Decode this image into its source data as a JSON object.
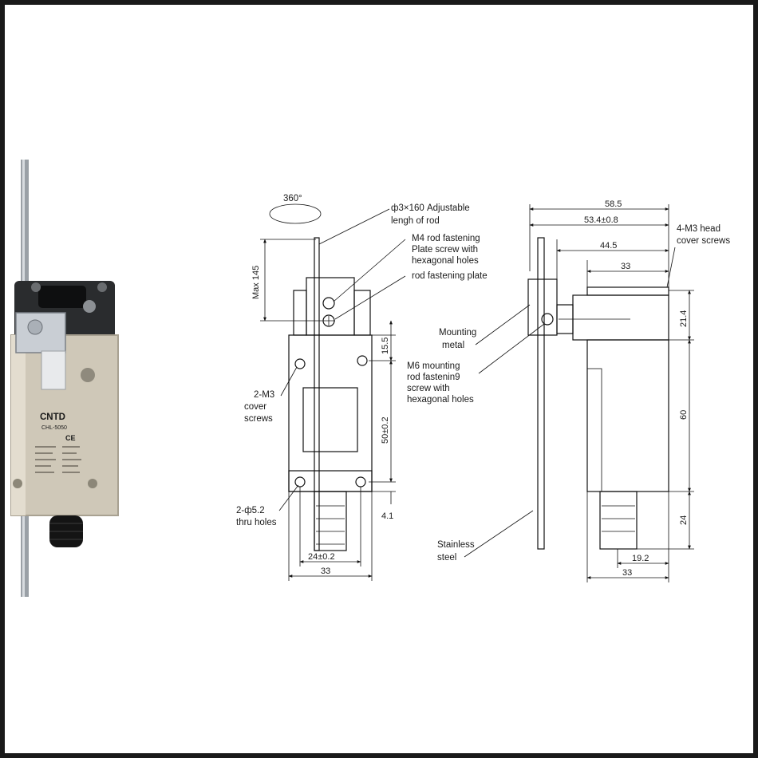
{
  "product": {
    "brand": "CNTD",
    "model": "CHL-5050",
    "cert_mark": "CE"
  },
  "front_view": {
    "rotation_label": "360°",
    "height_label": "Max 145",
    "rod_note": [
      "ф3×160 Adjustable",
      "lengh of rod"
    ],
    "screw_note": [
      "M4 rod fastening",
      "Plate screw with",
      "hexagonal holes"
    ],
    "plate_note": "rod fastening plate",
    "cover_note": [
      "2-M3",
      "cover",
      "screws"
    ],
    "thru_note": [
      "2-ф5.2",
      "thru holes"
    ],
    "dim_15_5": "15.5",
    "dim_50": "50±0.2",
    "dim_4_1": "4.1",
    "dim_24": "24±0.2",
    "dim_33": "33"
  },
  "side_view": {
    "dim_58_5": "58.5",
    "dim_53_4": "53.4±0.8",
    "dim_44_5": "44.5",
    "dim_33_top": "33",
    "head_note": [
      "4-M3 head",
      "cover screws"
    ],
    "mount_note": [
      "Mounting",
      "metal"
    ],
    "m6_note": [
      "M6 mounting",
      "rod fastenin9",
      "screw with",
      "hexagonal holes"
    ],
    "steel_note": [
      "Stainless",
      "steel"
    ],
    "dim_21_4": "21.4",
    "dim_60": "60",
    "dim_24": "24",
    "dim_19_2": "19.2",
    "dim_33_bottom": "33"
  }
}
